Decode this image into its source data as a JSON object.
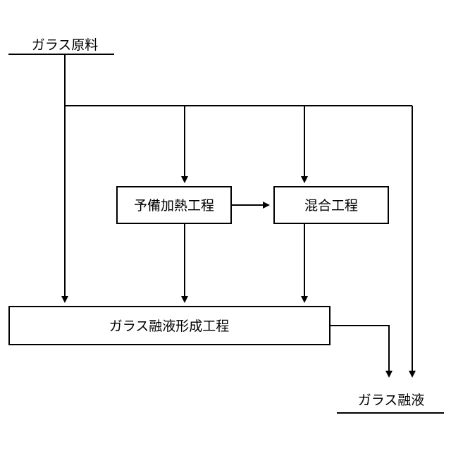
{
  "diagram": {
    "input": {
      "label": "ガラス原料"
    },
    "output": {
      "label": "ガラス融液"
    },
    "process_preheat": {
      "label": "予備加熱工程"
    },
    "process_mixing": {
      "label": "混合工程"
    },
    "process_melt_forming": {
      "label": "ガラス融液形成工程"
    }
  },
  "colors": {
    "stroke": "#000000",
    "background": "#ffffff"
  }
}
